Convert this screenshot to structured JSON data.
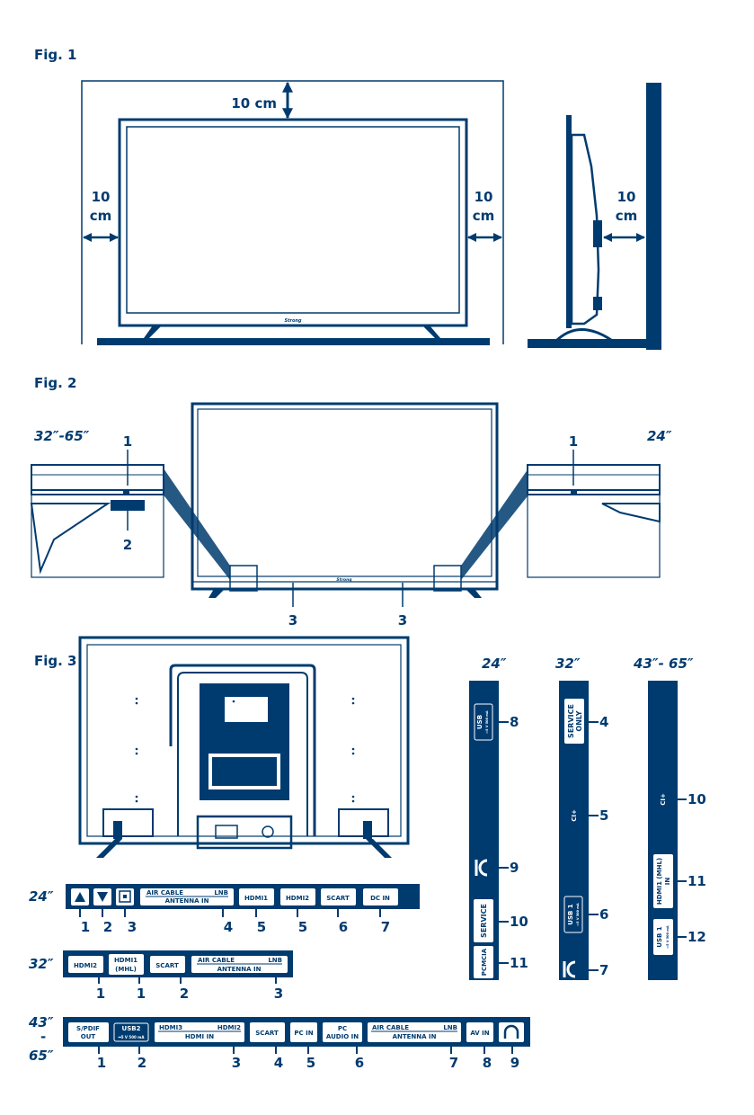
{
  "colors": {
    "primary": "#003b6f",
    "bg": "#ffffff"
  },
  "fig1": {
    "title": "Fig. 1",
    "top_gap": "10 cm",
    "left_gap": [
      "10",
      "cm"
    ],
    "right_gap": [
      "10",
      "cm"
    ],
    "side_gap": [
      "10",
      "cm"
    ],
    "brand": "Strong"
  },
  "fig2": {
    "title": "Fig. 2",
    "size_left": "32″-65″",
    "size_right": "24″",
    "label_1": "1",
    "label_2": "2",
    "label_3": "3",
    "brand": "Strong"
  },
  "fig3": {
    "title": "Fig. 3",
    "col_24": "24″",
    "col_32": "32″",
    "col_43": "43″- 65″",
    "row_24": {
      "size": "24″",
      "ports": [
        "AIR CABLE",
        "LNB",
        "ANTENNA IN",
        "HDMI1",
        "HDMI2",
        "SCART",
        "DC IN"
      ],
      "numbers": [
        "1",
        "2",
        "3",
        "4",
        "5",
        "5",
        "6",
        "7"
      ]
    },
    "row_32": {
      "size": "32″",
      "ports": [
        "HDMI2",
        "HDMI1",
        "(MHL)",
        "SCART",
        "AIR CABLE",
        "LNB",
        "ANTENNA IN"
      ],
      "numbers": [
        "1",
        "1",
        "2",
        "3"
      ]
    },
    "row_43": {
      "size_top": "43″",
      "size_dash": "-",
      "size_bottom": "65″",
      "ports": [
        "S/PDIF",
        "OUT",
        "USB2",
        "⎓5 V 500 mA",
        "HDMI3",
        "HDMI2",
        "HDMI IN",
        "SCART",
        "PC IN",
        "PC",
        "AUDIO IN",
        "AIR CABLE",
        "LNB",
        "ANTENNA IN",
        "AV IN"
      ],
      "numbers": [
        "1",
        "2",
        "3",
        "4",
        "5",
        "6",
        "7",
        "8",
        "9"
      ]
    },
    "strip_24": {
      "ports": [
        "USB",
        "⎓5 V 500 mA",
        "SERVICE",
        "PCMCIA"
      ],
      "numbers": [
        "8",
        "9",
        "10",
        "11"
      ]
    },
    "strip_32": {
      "ports": [
        "SERVICE",
        "ONLY",
        "CI+",
        "USB 1",
        "⎓5 V 500 mA"
      ],
      "numbers": [
        "4",
        "5",
        "6",
        "7"
      ]
    },
    "strip_43": {
      "ports": [
        "CI+",
        "HDMI1 (MHL)",
        "IN",
        "USB 1",
        "⎓5 V 500 mA"
      ],
      "numbers": [
        "10",
        "11",
        "12"
      ]
    }
  }
}
